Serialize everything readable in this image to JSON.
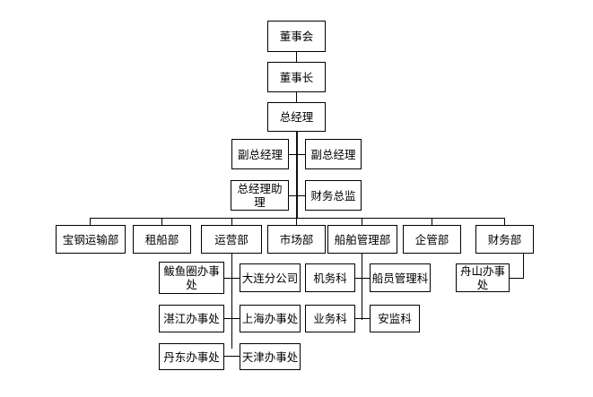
{
  "chart_data": {
    "type": "diagram",
    "title": "",
    "diagram_kind": "organization-chart",
    "orientation": "top-down",
    "levels": [
      {
        "level": 1,
        "nodes": [
          "董事会"
        ]
      },
      {
        "level": 2,
        "nodes": [
          "董事长"
        ]
      },
      {
        "level": 3,
        "nodes": [
          "总经理"
        ]
      },
      {
        "level": 4,
        "nodes": [
          "副总经理",
          "副总经理"
        ]
      },
      {
        "level": 5,
        "nodes": [
          "总经理助理",
          "财务总监"
        ]
      },
      {
        "level": 6,
        "nodes": [
          "宝钢运输部",
          "租船部",
          "运营部",
          "市场部",
          "船舶管理部",
          "企管部",
          "财务部"
        ]
      },
      {
        "level": 7,
        "nodes": [
          "鲅鱼圈办事处",
          "大连分公司",
          "机务科",
          "船员管理科",
          "舟山办事处",
          "湛江办事处",
          "上海办事处",
          "业务科",
          "安监科",
          "丹东办事处",
          "天津办事处"
        ]
      }
    ]
  },
  "nodes": {
    "board": "董事会",
    "chairman": "董事长",
    "general_manager": "总经理",
    "deputy_gm_left": "副总经理",
    "deputy_gm_right": "副总经理",
    "gm_assistant": "总经理助理",
    "finance_director": "财务总监",
    "dept_baosteel_transport": "宝钢运输部",
    "dept_chartering": "租船部",
    "dept_operations": "运营部",
    "dept_market": "市场部",
    "dept_ship_management": "船舶管理部",
    "dept_enterprise_management": "企管部",
    "dept_finance": "财务部",
    "office_bayuquan": "鲅鱼圈办事处",
    "branch_dalian": "大连分公司",
    "section_engineering": "机务科",
    "section_crew_management": "船员管理科",
    "office_zhoushan": "舟山办事处",
    "office_zhanjiang": "湛江办事处",
    "office_shanghai": "上海办事处",
    "section_business": "业务科",
    "section_safety_supervision": "安监科",
    "office_dandong": "丹东办事处",
    "office_tianjin": "天津办事处"
  },
  "style": {
    "box_border_color": "#000000",
    "box_fill_color": "#ffffff",
    "connector_color": "#000000",
    "background_color": "#ffffff",
    "text_color": "#000000"
  }
}
